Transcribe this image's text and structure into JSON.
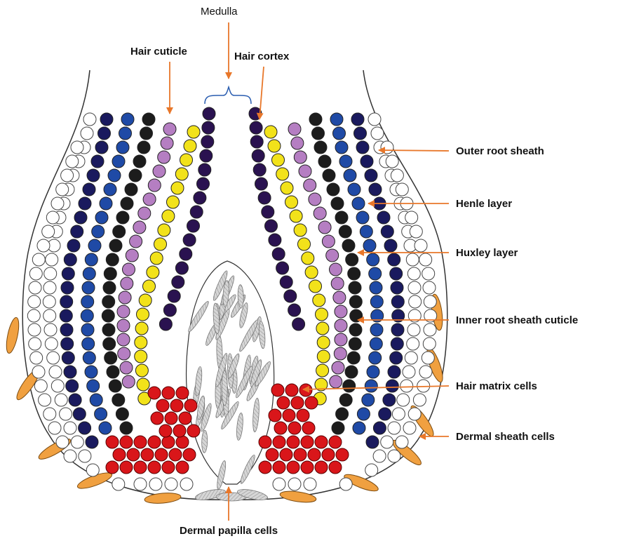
{
  "labels": {
    "medulla": "Medulla",
    "hair_cuticle": "Hair cuticle",
    "hair_cortex": "Hair cortex",
    "outer_root_sheath": "Outer root sheath",
    "henle_layer": "Henle layer",
    "huxley_layer": "Huxley layer",
    "inner_root_sheath_cuticle": "Inner root sheath cuticle",
    "hair_matrix_cells": "Hair matrix cells",
    "dermal_sheath_cells": "Dermal sheath cells",
    "dermal_papilla_cells": "Dermal papilla cells"
  },
  "colors": {
    "outer_root_sheath": "#ffffff",
    "henle_layer": "#1a1a5e",
    "huxley_layer": "#1f4aa6",
    "inner_root_sheath_cuticle": "#1c1c1c",
    "hair_cuticle": "#b57ec2",
    "hair_cortex": "#f2e21a",
    "medulla": "#2a1250",
    "hair_matrix_cells": "#d9161a",
    "dermal_sheath_cells": "#f0a040",
    "dermal_papilla_cells": "#d2d2d2",
    "arrow": "#e8772a"
  }
}
